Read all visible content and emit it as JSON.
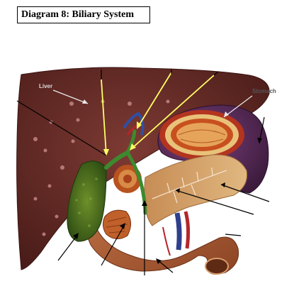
{
  "title": "Diagram 8: Biliary System",
  "labels": {
    "liver": "Liver",
    "stomach": "Stomach"
  },
  "colors": {
    "liver": "#6a2f2a",
    "liver_dark": "#4a1c19",
    "gallbladder": "#3f6b1e",
    "duct": "#3d8a2e",
    "stomach": "#5b2d59",
    "pancreas": "#d2a46c",
    "duodenum": "#b8663a",
    "pointer_yellow": "#ffff66",
    "label_text": "#dddddd"
  }
}
